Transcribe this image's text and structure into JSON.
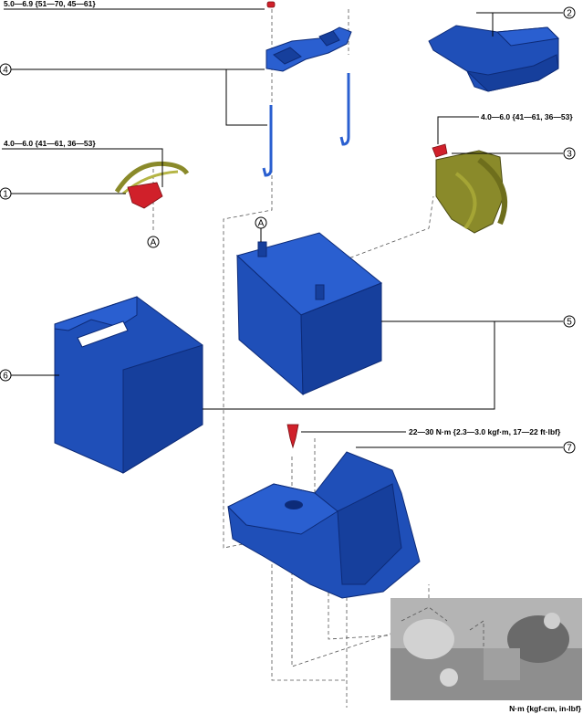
{
  "torque_labels": {
    "hold_down_bolt": "5.0—6.9 {51—70, 45—61}",
    "positive_terminal": "4.0—6.0 {41—61, 36—53}",
    "negative_terminal": "4.0—6.0 {41—61, 36—53}",
    "tray_bolt": "22—30 N·m {2.3—3.0 kgf·m, 17—22 ft·lbf}"
  },
  "callouts": {
    "c1": "1",
    "c2": "2",
    "c3": "3",
    "c4": "4",
    "c5": "5",
    "c6": "6",
    "c7": "7"
  },
  "reference_marks": {
    "a_cable": "A",
    "a_battery": "A"
  },
  "units_note": "N·m {kgf-cm, in-lbf}",
  "colors": {
    "part_blue": "#1f4fb8",
    "cable_olive": "#8a8a2a",
    "fastener_red": "#d0202a"
  }
}
